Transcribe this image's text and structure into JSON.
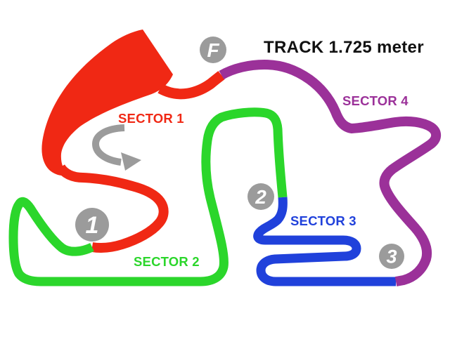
{
  "diagram": {
    "title": "TRACK 1.725 meter"
  },
  "sectors": [
    {
      "label": "SECTOR 1",
      "color": "#F02814"
    },
    {
      "label": "SECTOR 2",
      "color": "#2BD62B"
    },
    {
      "label": "SECTOR 3",
      "color": "#2041DB"
    },
    {
      "label": "SECTOR 4",
      "color": "#9B3199"
    }
  ],
  "markers": [
    {
      "label": "F"
    },
    {
      "label": "1"
    },
    {
      "label": "2"
    },
    {
      "label": "3"
    }
  ],
  "colors": {
    "background": "#ffffff",
    "marker_bg": "#9B9B9B",
    "marker_text": "#ffffff",
    "title_text": "#111111",
    "arrow": "#9B9B9B"
  }
}
